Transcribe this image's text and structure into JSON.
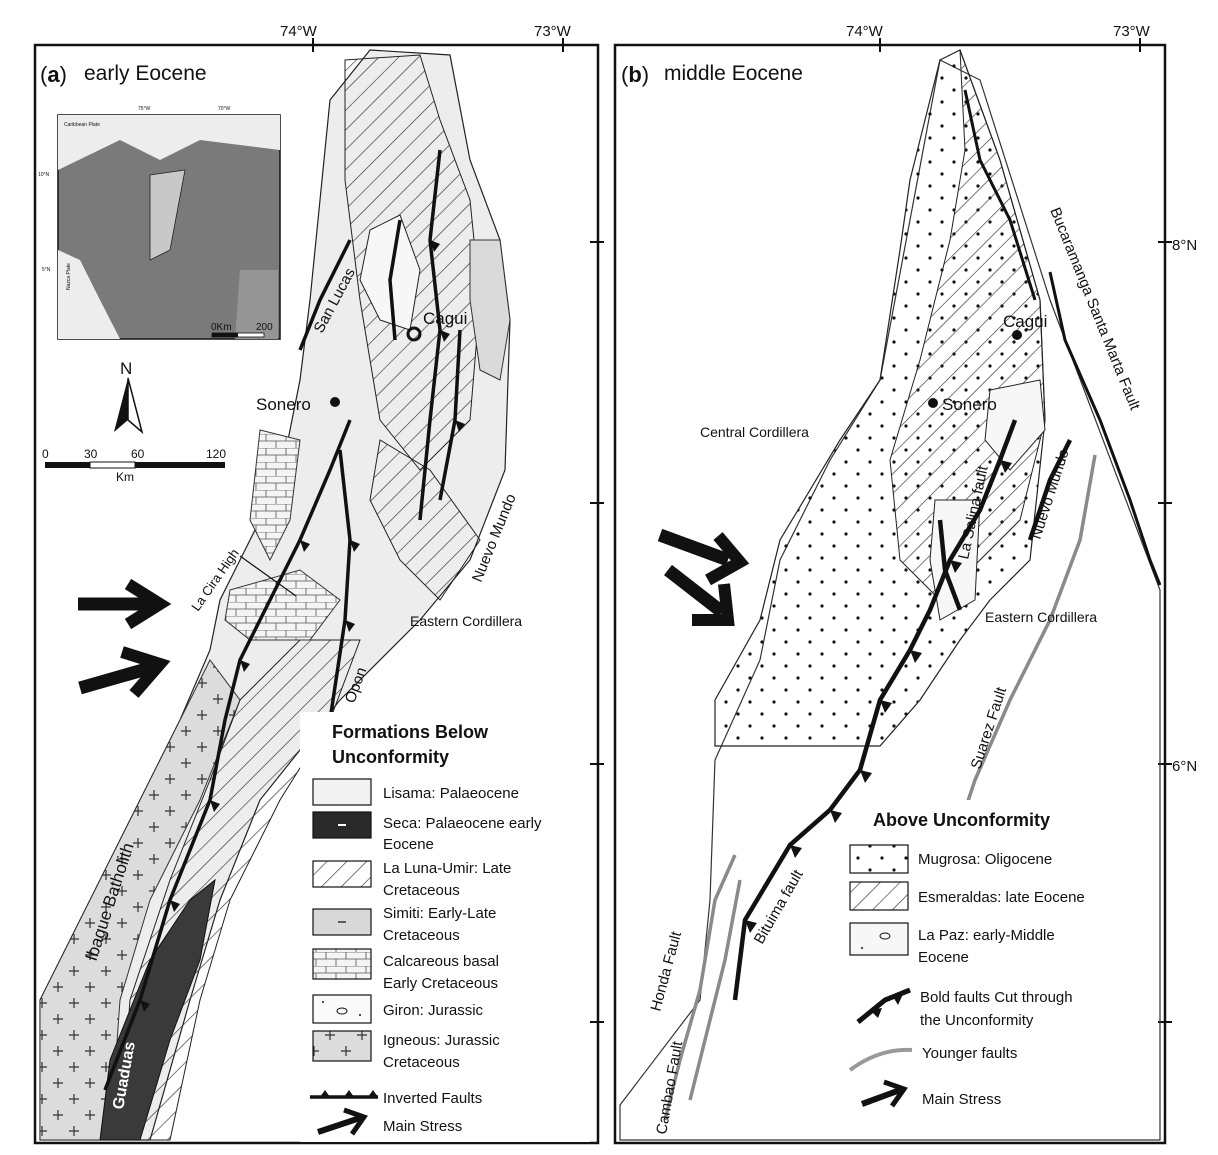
{
  "panel_a": {
    "letter": "a",
    "subtitle": "early Eocene",
    "lon_labels": [
      "74°W",
      "73°W"
    ],
    "places": {
      "cagui": "Cagui",
      "sonero": "Sonero",
      "la_cira": "La Cira High",
      "eastern": "Eastern Cordillera"
    },
    "features": {
      "san_lucas": "San Lucas",
      "nuevo_mundo": "Nuevo Mundo",
      "opon": "Opon",
      "ibague": "Ibague Batholith",
      "guaduas": "Guaduas"
    },
    "north": "N",
    "scale": {
      "ticks": [
        "0",
        "30",
        "60",
        "120"
      ],
      "unit": "Km"
    },
    "inset": {
      "plate1": "Caribbean Plate",
      "plate2": "Nazca Plate",
      "lat1": "10°N",
      "lat2": "5°N",
      "lon1": "75°W",
      "lon2": "70°W",
      "scale_zero": "0Km",
      "scale_end": "200"
    },
    "legend": {
      "title_line1": "Formations Below",
      "title_line2": "Unconformity",
      "items": [
        {
          "line1": "Lisama: Palaeocene",
          "line2": ""
        },
        {
          "line1": "Seca: Palaeocene early",
          "line2": "Eocene"
        },
        {
          "line1": "La Luna-Umir: Late",
          "line2": "Cretaceous"
        },
        {
          "line1": "Simiti: Early-Late",
          "line2": "Cretaceous"
        },
        {
          "line1": "Calcareous basal",
          "line2": "Early Cretaceous"
        },
        {
          "line1": "Giron: Jurassic",
          "line2": ""
        },
        {
          "line1": "Igneous: Jurassic",
          "line2": "Cretaceous"
        }
      ],
      "inverted": "Inverted Faults",
      "stress": "Main Stress"
    }
  },
  "panel_b": {
    "letter": "b",
    "subtitle": "middle Eocene",
    "lon_labels": [
      "74°W",
      "73°W"
    ],
    "lat_labels": [
      "8°N",
      "6°N"
    ],
    "places": {
      "cagui": "Cagui",
      "sonero": "Sonero",
      "central": "Central Cordillera",
      "eastern": "Eastern Cordillera"
    },
    "faults": {
      "bucaramanga": "Bucaramanga Santa Marta Fault",
      "la_salina": "La Salina fault",
      "nuevo_mundo": "Nuevo Mundo",
      "suarez": "Suarez Fault",
      "bituima": "Bituima fault",
      "honda": "Honda Fault",
      "cambao": "Cambao Fault"
    },
    "legend": {
      "title": "Above Unconformity",
      "items": [
        {
          "line1": "Mugrosa: Oligocene",
          "line2": ""
        },
        {
          "line1": "Esmeraldas: late Eocene",
          "line2": ""
        },
        {
          "line1": "La Paz: early-Middle",
          "line2": "Eocene"
        }
      ],
      "bold_line1": "Bold faults Cut through",
      "bold_line2": "the Unconformity",
      "younger": "Younger faults",
      "stress": "Main Stress"
    }
  }
}
